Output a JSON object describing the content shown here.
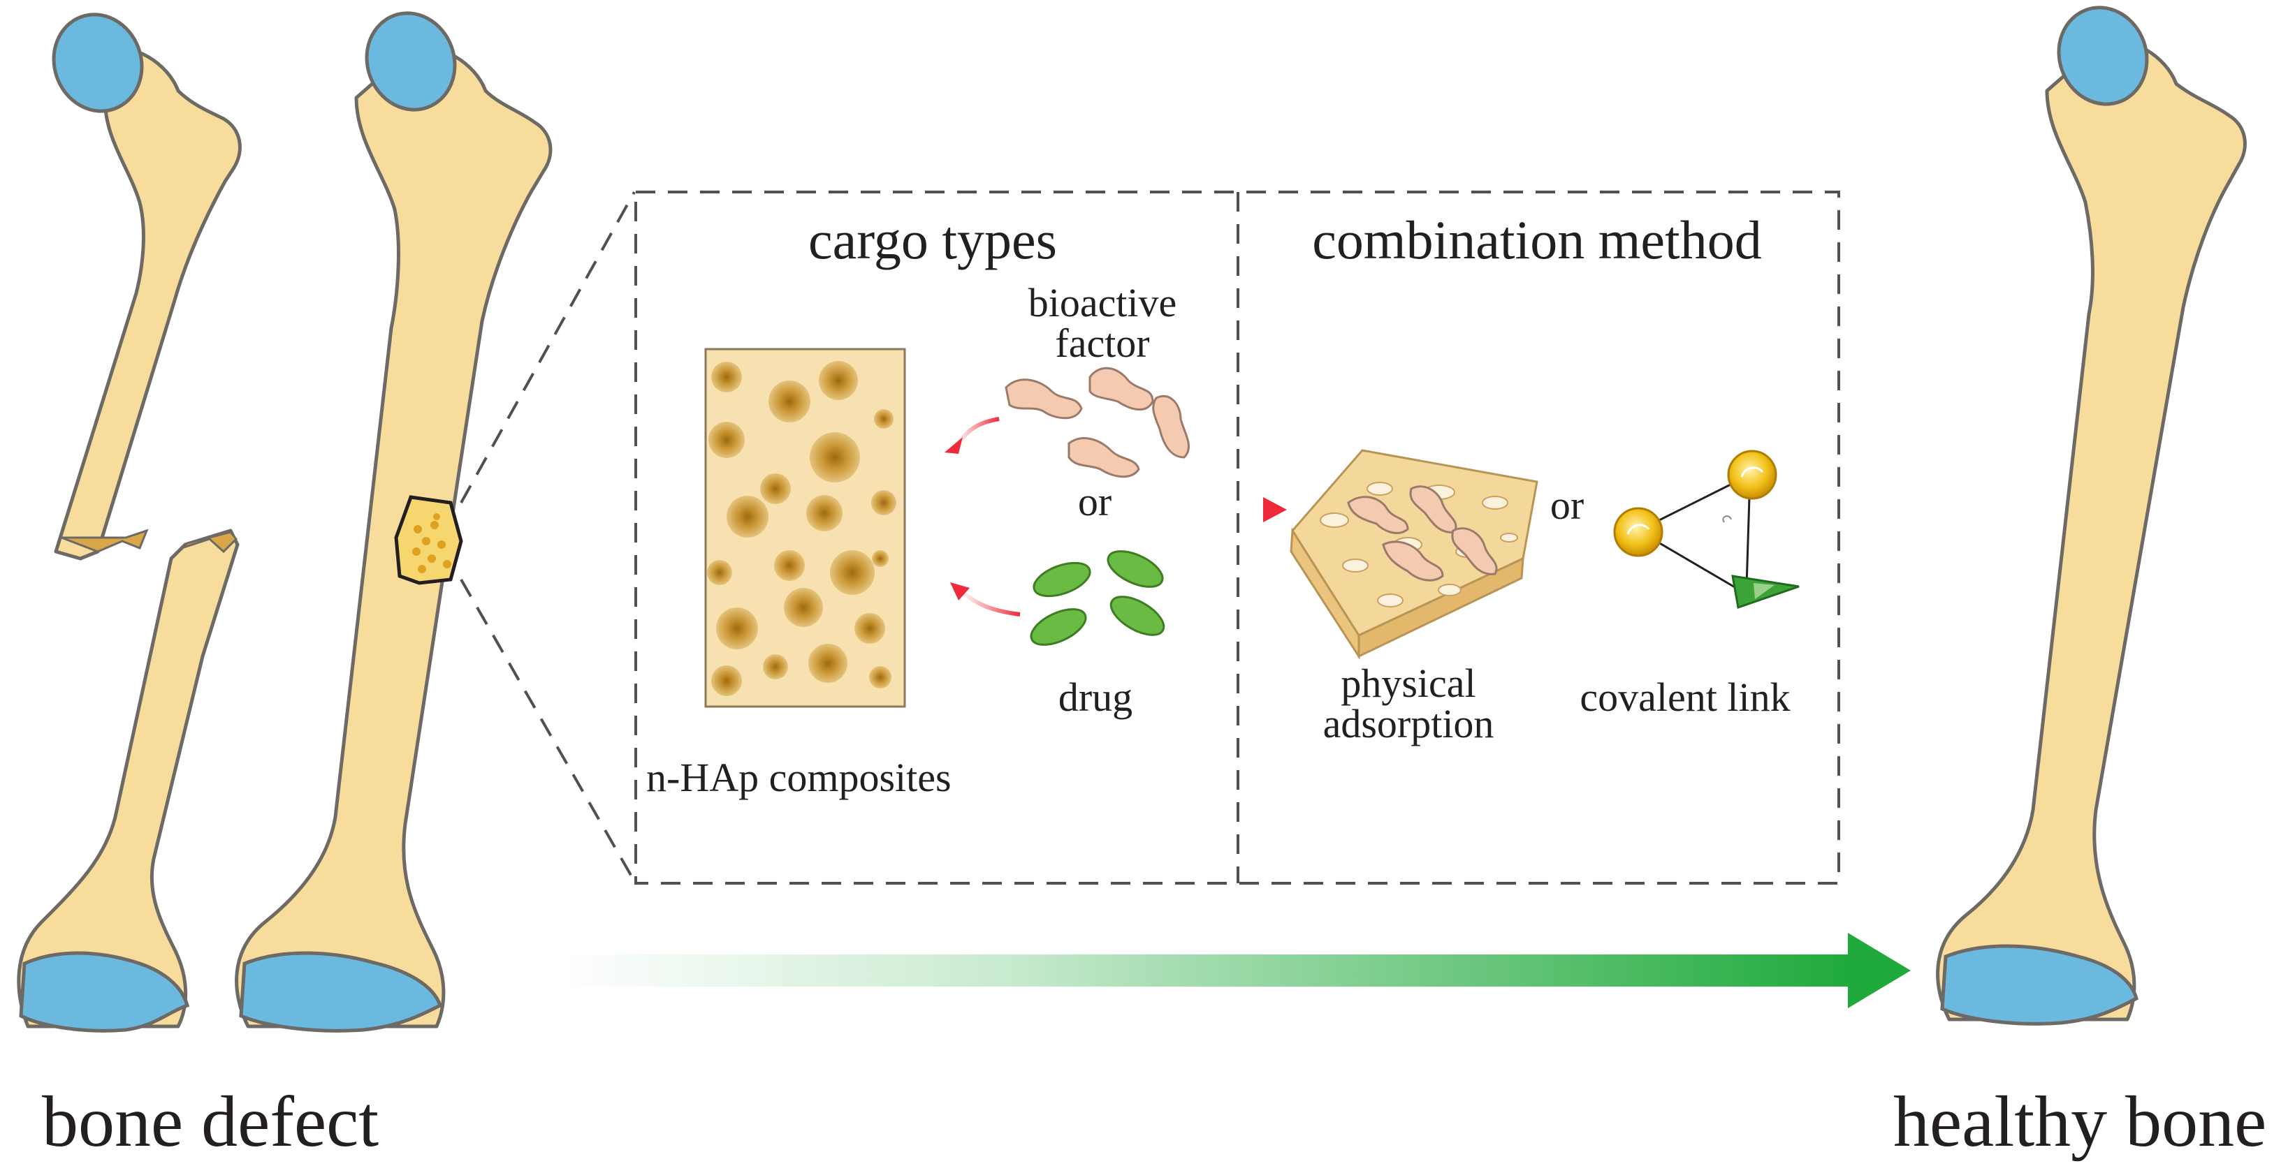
{
  "labels": {
    "bone_defect": "bone defect",
    "healthy_bone": "healthy bone",
    "cargo_types": "cargo types",
    "combination_method": "combination method",
    "bioactive_factor_line1": "bioactive",
    "bioactive_factor_line2": "factor",
    "or_cargo": "or",
    "drug": "drug",
    "n_hap_composites": "n-HAp composites",
    "or_method": "or",
    "physical_adsorption_line1": "physical",
    "physical_adsorption_line2": "adsorption",
    "covalent_link": "covalent link"
  },
  "colors": {
    "bone_fill": "#f8dc9c",
    "bone_stroke": "#6d6a66",
    "cartilage": "#6cb9df",
    "composite_base": "#f7e1b0",
    "pore_light": "#d9ac5a",
    "pore_dark": "#b07d1f",
    "bioactive_factor": "#f4cbb1",
    "drug_green": "#6abb44",
    "red_arrow": "#ee2a3b",
    "progress_arrow": "#1faa3b",
    "gold_particle": "#f1b710",
    "dashed_line": "#505050"
  },
  "icons": [
    "broken-femur-icon",
    "femur-with-implant-icon",
    "healthy-femur-icon",
    "porous-composite-icon",
    "bioactive-factor-icon",
    "drug-capsule-icon",
    "adsorbed-scaffold-icon",
    "covalent-link-icon"
  ]
}
